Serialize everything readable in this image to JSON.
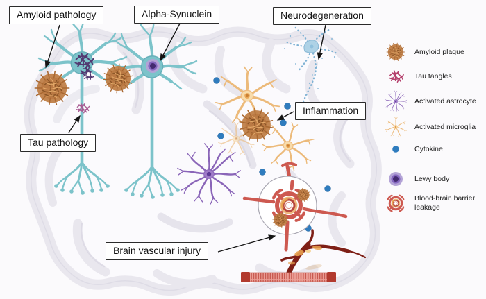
{
  "callouts": {
    "amyloid_pathology": "Amyloid pathology",
    "alpha_synuclein": "Alpha-Synuclein",
    "neurodegeneration": "Neurodegeneration",
    "tau_pathology": "Tau pathology",
    "inflammation": "Inflammation",
    "brain_vascular_injury": "Brain vascular injury"
  },
  "legend": {
    "items": [
      {
        "icon": "amyloid-plaque-icon",
        "label": "Amyloid plaque"
      },
      {
        "icon": "tau-tangles-icon",
        "label": "Tau tangles"
      },
      {
        "icon": "activated-astrocyte-icon",
        "label": "Activated astrocyte"
      },
      {
        "icon": "activated-microglia-icon",
        "label": "Activated microglia"
      },
      {
        "icon": "cytokine-icon",
        "label": "Cytokine"
      },
      {
        "icon": "lewy-body-icon",
        "label": "Lewy body"
      },
      {
        "icon": "blood-brain-barrier-leakage-icon",
        "label": "Blood-brain barrier leakage"
      }
    ]
  },
  "colors": {
    "neuron": "#7cc3ca",
    "amyloid_plaque": "#c08048",
    "tau_tangle": "#b5416d",
    "astrocyte": "#8a65b8",
    "microglia": "#ecba7a",
    "cytokine": "#2f7cbe",
    "lewy_body_core": "#432a70",
    "vessel": "#cd5950",
    "vessel_dark": "#7e1f16",
    "brain_fold": "#e9e7ee"
  }
}
